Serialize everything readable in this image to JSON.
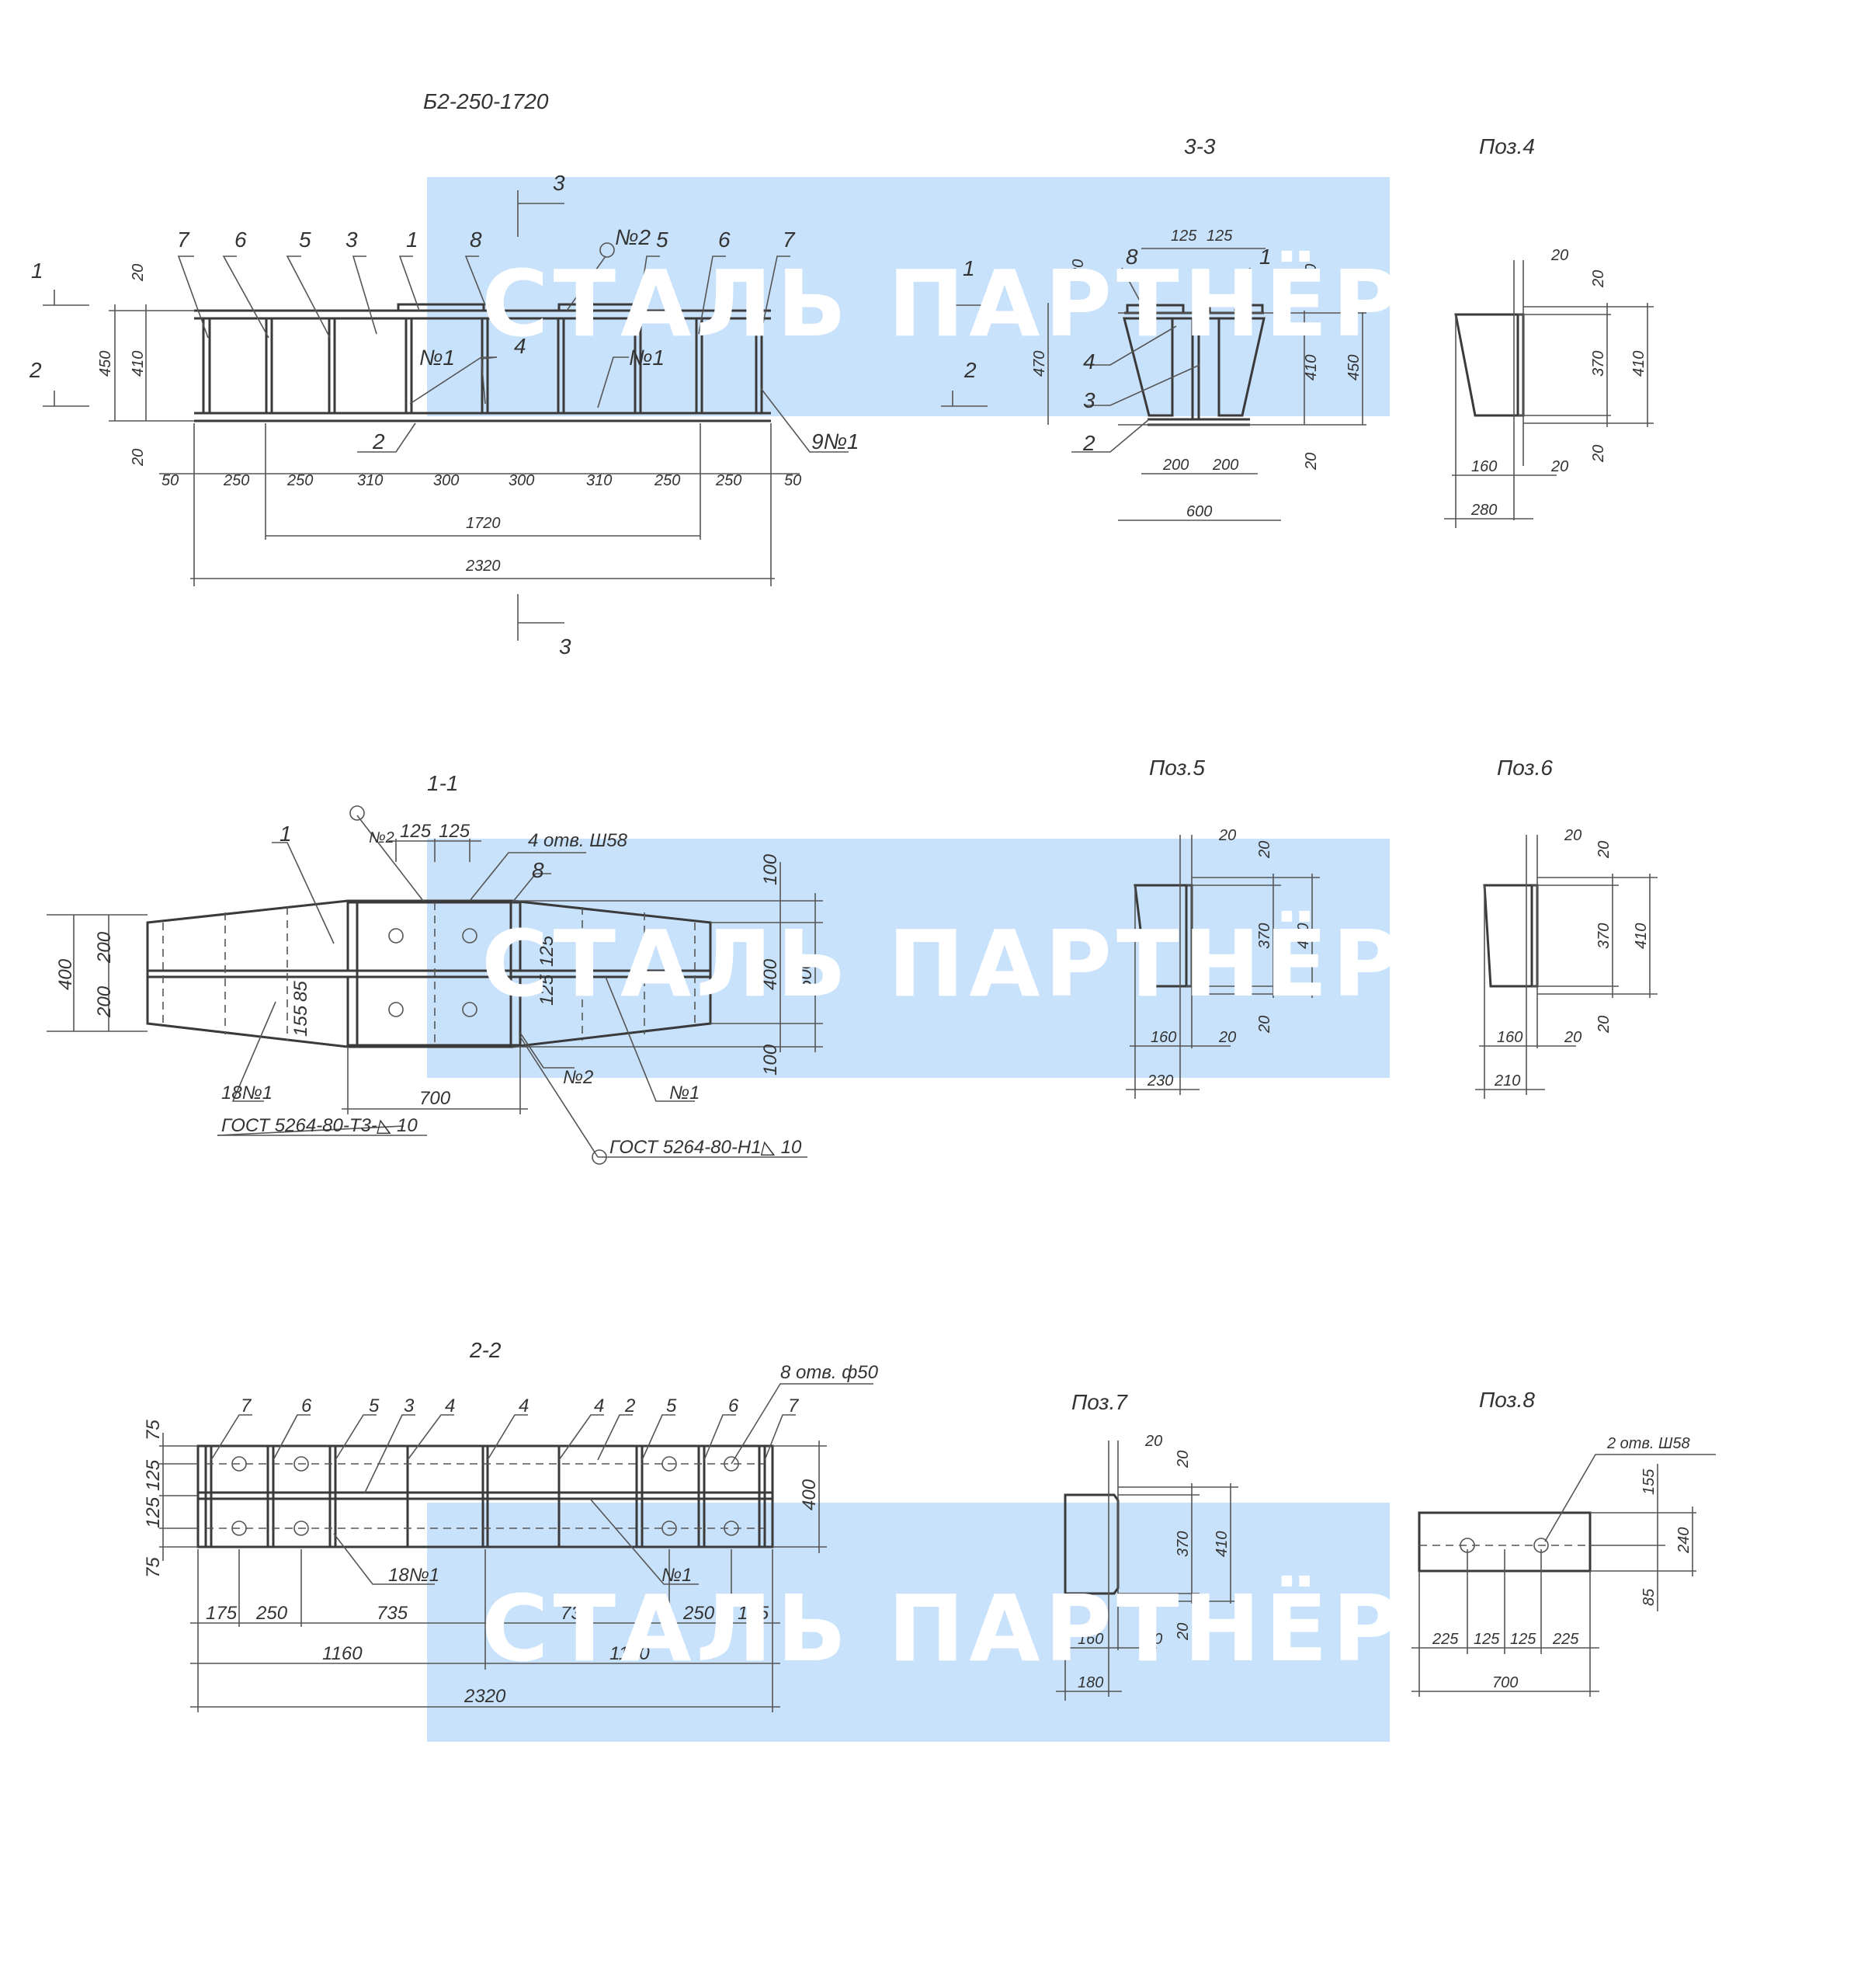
{
  "watermark": {
    "text": "СТАЛЬ ПАРТНЁР",
    "color": "#c8e2fb"
  },
  "titles": {
    "main": "Б2-250-1720",
    "sec33": "3-3",
    "poz4": "Поз.4",
    "sec11": "1-1",
    "poz5": "Поз.5",
    "poz6": "Поз.6",
    "sec22": "2-2",
    "poz7": "Поз.7",
    "poz8": "Поз.8"
  },
  "elevation": {
    "labels": {
      "cut1": "1",
      "cut2": "2",
      "cut3": "3",
      "p7": "7",
      "p6": "6",
      "p5": "5",
      "p3": "3",
      "p1": "1",
      "p8": "8",
      "n2": "№2",
      "p4": "4",
      "n1": "№1",
      "n1b": "№1",
      "p2": "2",
      "w9n1": "9№1"
    },
    "dims": {
      "d20a": "20",
      "d450": "450",
      "d410": "410",
      "d20b": "20",
      "d50a": "50",
      "d250a": "250",
      "d250b": "250",
      "d310a": "310",
      "d300a": "300",
      "d300b": "300",
      "d310b": "310",
      "d250c": "250",
      "d250d": "250",
      "d50b": "50",
      "d1720": "1720",
      "d2320": "2320"
    }
  },
  "section33": {
    "labels": {
      "p8": "8",
      "p1": "1",
      "p4": "4",
      "p3": "3",
      "p2": "2",
      "cut1": "1",
      "cut2": "2"
    },
    "dims": {
      "d125a": "125",
      "d125b": "125",
      "d20a": "20",
      "d470": "470",
      "d20b": "20",
      "d410": "410",
      "d450": "450",
      "d20c": "20",
      "d200a": "200",
      "d200b": "200",
      "d600": "600"
    }
  },
  "poz4": {
    "dims": {
      "d20a": "20",
      "d20b": "20",
      "d370": "370",
      "d410": "410",
      "d20c": "20",
      "d160": "160",
      "d20d": "20",
      "d280": "280"
    }
  },
  "plan11": {
    "labels": {
      "p1": "1",
      "n2": "№2",
      "holes": "4 отв. Ш58",
      "p8": "8",
      "w18": "18№1",
      "gost1": "ГОСТ 5264-80-Т3-◺ 10",
      "n2b": "№2",
      "n1": "№1",
      "gost2": "ГОСТ 5264-80-Н1◺ 10"
    },
    "dims": {
      "d125a": "125",
      "d125b": "125",
      "d400": "400",
      "d200a": "200",
      "d200b": "200",
      "d155": "155",
      "d85": "85",
      "d125c": "125",
      "d125d": "125",
      "d700": "700",
      "d100a": "100",
      "d400b": "400",
      "d600": "600",
      "d100b": "100"
    }
  },
  "poz5": {
    "dims": {
      "d20a": "20",
      "d20b": "20",
      "d370": "370",
      "d410": "410",
      "d20c": "20",
      "d160": "160",
      "d20d": "20",
      "d230": "230"
    }
  },
  "poz6": {
    "dims": {
      "d20a": "20",
      "d20b": "20",
      "d370": "370",
      "d410": "410",
      "d20c": "20",
      "d160": "160",
      "d20d": "20",
      "d210": "210"
    }
  },
  "plan22": {
    "labels": {
      "p7": "7",
      "p6": "6",
      "p5": "5",
      "p3": "3",
      "p4a": "4",
      "p4b": "4",
      "p4c": "4",
      "p2": "2",
      "p5b": "5",
      "p6b": "6",
      "p7b": "7",
      "holes": "8 отв. ф50",
      "w18": "18№1",
      "n1": "№1"
    },
    "dims": {
      "d75a": "75",
      "d125a": "125",
      "d125b": "125",
      "d75b": "75",
      "d400": "400",
      "d175a": "175",
      "d250a": "250",
      "d735a": "735",
      "d735b": "735",
      "d250b": "250",
      "d175b": "175",
      "d1160a": "1160",
      "d1160b": "1160",
      "d2320": "2320"
    }
  },
  "poz7": {
    "dims": {
      "d20a": "20",
      "d20b": "20",
      "d370": "370",
      "d410": "410",
      "d20c": "20",
      "d160": "160",
      "d20d": "20",
      "d180": "180"
    }
  },
  "poz8": {
    "labels": {
      "holes": "2 отв. Ш58"
    },
    "dims": {
      "d155": "155",
      "d240": "240",
      "d85": "85",
      "d225a": "225",
      "d125a": "125",
      "d125b": "125",
      "d225b": "225",
      "d700": "700"
    }
  }
}
